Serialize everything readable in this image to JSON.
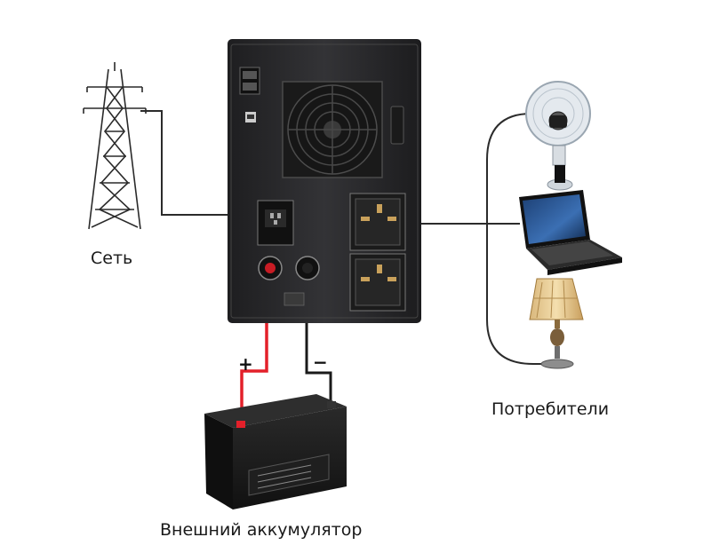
{
  "labels": {
    "grid": "Сеть",
    "consumers": "Потребители",
    "battery": "Внешний аккумулятор",
    "plus": "+",
    "minus": "−"
  },
  "colors": {
    "cable": "#2b2b2b",
    "positive_cable": "#e3202a",
    "ups_body": "#2a2a2c",
    "battery_body": "#1b1b1b"
  },
  "icons": [
    "power-tower-icon",
    "ups-unit",
    "battery-icon",
    "fan-icon",
    "laptop-icon",
    "lamp-icon"
  ]
}
